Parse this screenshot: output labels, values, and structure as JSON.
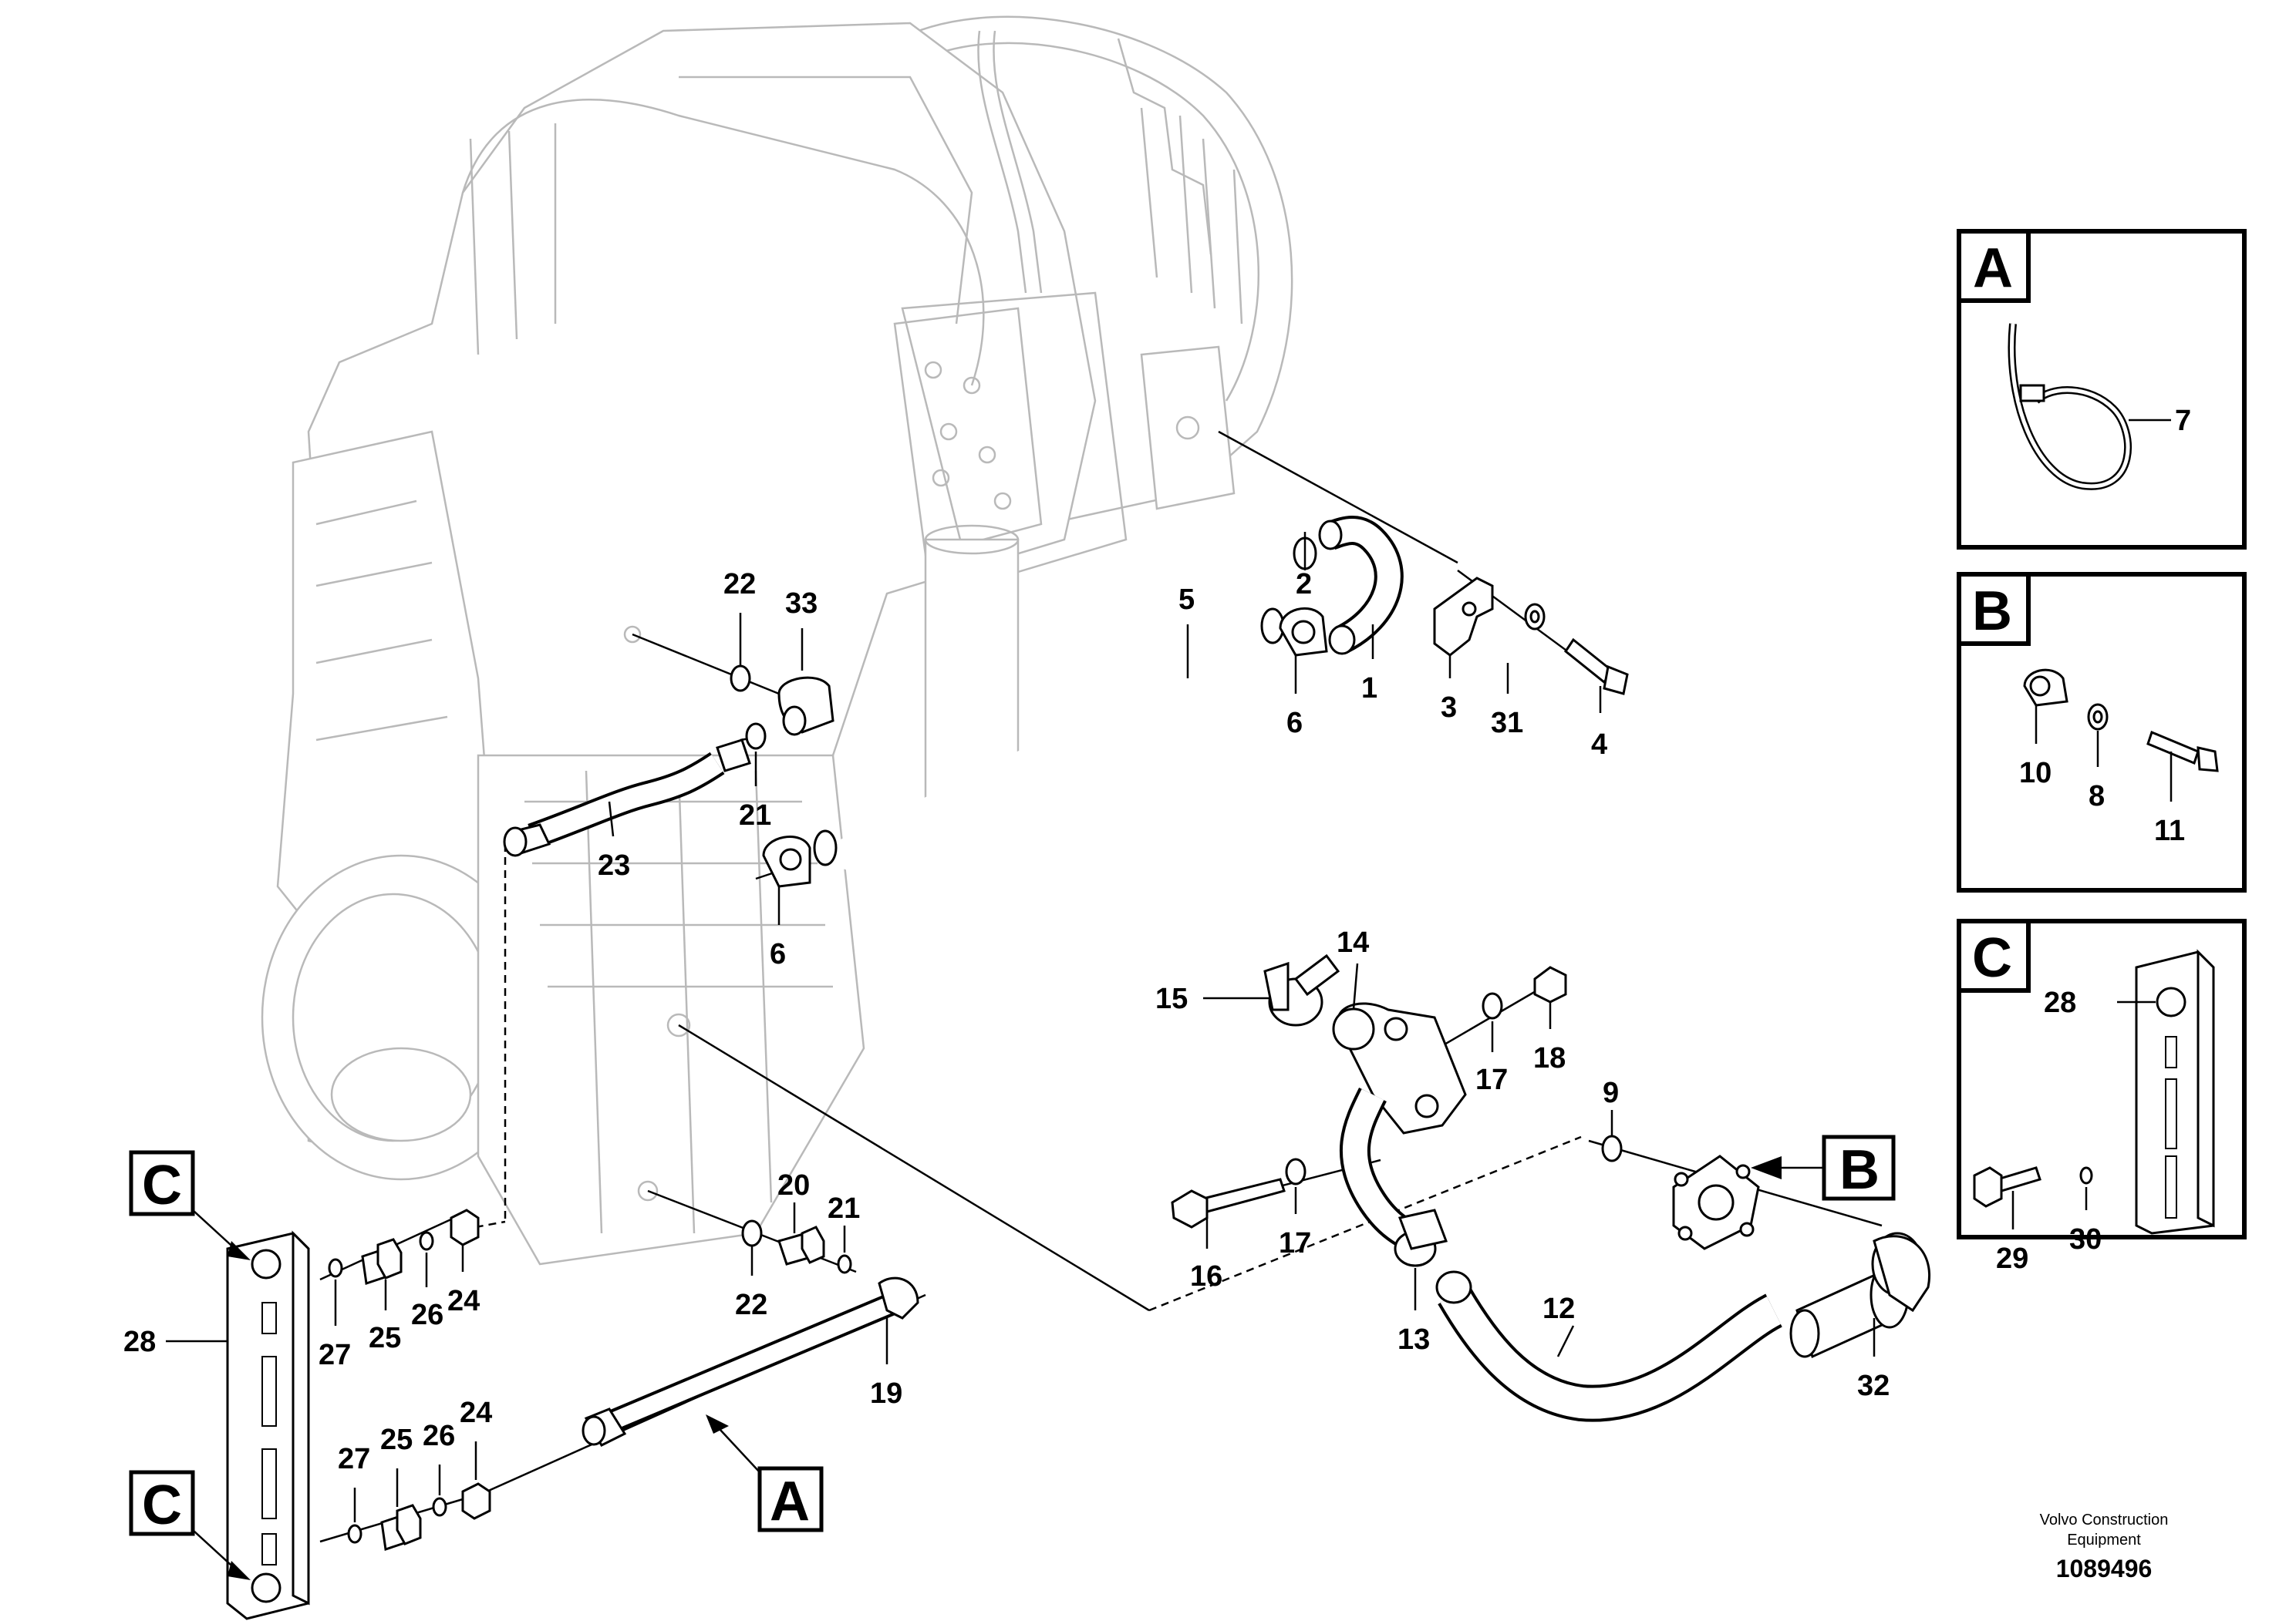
{
  "diagram": {
    "callouts": {
      "c1": "1",
      "c2": "2",
      "c3": "3",
      "c4": "4",
      "c5": "5",
      "c6a": "6",
      "c6b": "6",
      "c7": "7",
      "c8": "8",
      "c9": "9",
      "c10": "10",
      "c11": "11",
      "c12": "12",
      "c13": "13",
      "c14": "14",
      "c15": "15",
      "c16": "16",
      "c17a": "17",
      "c17b": "17",
      "c18": "18",
      "c19": "19",
      "c20": "20",
      "c21a": "21",
      "c21b": "21",
      "c22a": "22",
      "c22b": "22",
      "c23": "23",
      "c24a": "24",
      "c24b": "24",
      "c25a": "25",
      "c25b": "25",
      "c26a": "26",
      "c26b": "26",
      "c27a": "27",
      "c27b": "27",
      "c28a": "28",
      "c28b": "28",
      "c29": "29",
      "c30": "30",
      "c31": "31",
      "c32": "32",
      "c33": "33"
    },
    "view_tags": {
      "tag_c_top": "C",
      "tag_c_bottom": "C",
      "tag_a_hose": "A",
      "tag_b_flange": "B"
    },
    "detail_panels": {
      "a": "A",
      "b": "B",
      "c": "C"
    },
    "footer": {
      "company_line1": "Volvo Construction",
      "company_line2": "Equipment",
      "drawing_number": "1089496"
    }
  }
}
